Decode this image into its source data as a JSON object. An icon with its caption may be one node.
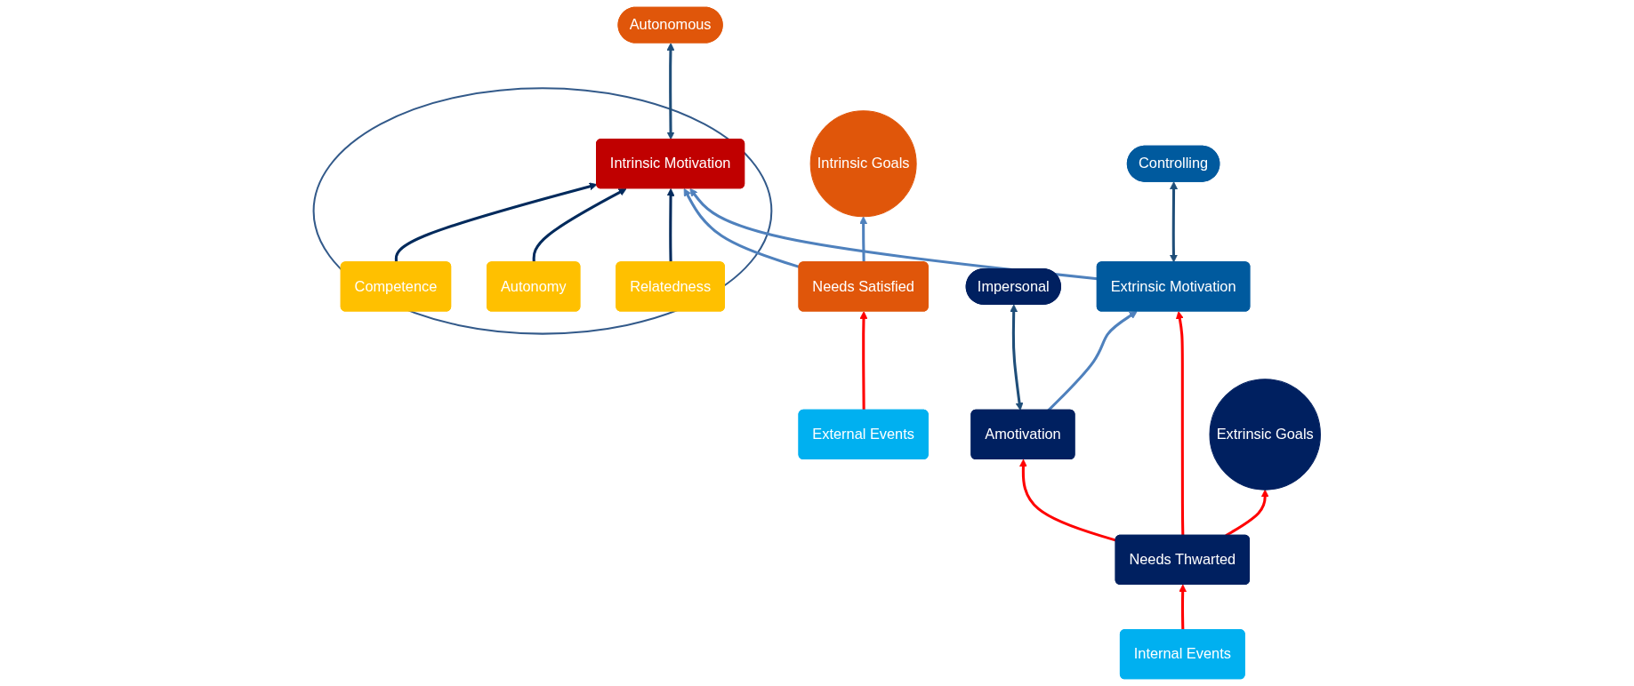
{
  "diagram": {
    "nodes": [
      {
        "text": [
          "Impersonal"
        ]
      },
      {
        "text": [
          "Controlling"
        ]
      },
      {
        "text": [
          "Autonomous"
        ]
      },
      {
        "text": [],
        "shape": "ellipse"
      },
      {
        "text": [
          "Competence"
        ],
        "in": 3
      },
      {
        "text": [
          "Autonomy"
        ],
        "in": 3
      },
      {
        "text": [
          "Relatedness"
        ],
        "in": 3
      },
      {
        "text": [
          "Extrinsic Goals"
        ]
      },
      {
        "text": [
          "Intrinsic Goals"
        ]
      },
      {
        "text": [
          "Amotivation"
        ]
      },
      {
        "text": [
          "Extrinsic Motivation"
        ]
      },
      {
        "text": [
          "Intrinsic Motivation"
        ],
        "in": 3
      },
      {
        "text": [
          "Needs Thwarted"
        ]
      },
      {
        "text": [
          "Needs Satisfied"
        ]
      },
      {
        "text": [
          "External Events"
        ]
      },
      {
        "text": [
          "Internal Events"
        ]
      }
    ],
    "edges": [
      {
        "from": 0,
        "to": 9,
        "arrow": "both",
        "color": "#1f4e79"
      },
      {
        "from": 1,
        "to": 10,
        "arrow": "both",
        "color": "#1f4e79"
      },
      {
        "from": 2,
        "to": 11,
        "arrow": "both",
        "color": "#1f4e79"
      },
      {
        "from": 9,
        "to": 10,
        "arrow": "to",
        "color": "#4f81bd"
      },
      {
        "from": 10,
        "to": 11,
        "arrow": "to",
        "color": "#4f81bd"
      },
      {
        "from": 5,
        "to": 11,
        "arrow": "to",
        "color": "#002a5c"
      },
      {
        "from": 4,
        "to": 11,
        "arrow": "to",
        "color": "#002a5c"
      },
      {
        "from": 6,
        "to": 11,
        "arrow": "to",
        "color": "#002a5c"
      },
      {
        "from": 12,
        "to": 9,
        "arrow": "to"
      },
      {
        "from": 12,
        "to": 10,
        "arrow": "to"
      },
      {
        "from": 12,
        "to": 7,
        "arrow": "to"
      },
      {
        "from": 13,
        "to": 11,
        "arrow": "to",
        "color": "#4f81bd"
      },
      {
        "from": 13,
        "to": 8,
        "arrow": "to",
        "color": "#4f81bd"
      },
      {
        "from": 14,
        "to": 13,
        "arrow": "to"
      },
      {
        "from": 15,
        "to": 12,
        "arrow": "to"
      }
    ]
  }
}
